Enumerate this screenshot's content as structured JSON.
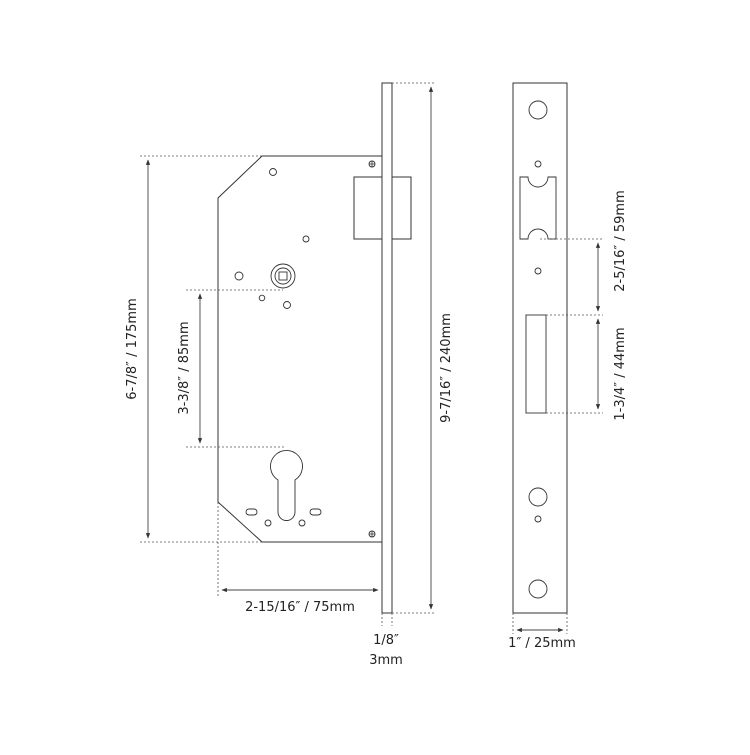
{
  "colors": {
    "line": "#333333",
    "background": "#ffffff"
  },
  "dimensions": {
    "lock_height": "6-7/8″ / 175mm",
    "center_distance": "3-3/8″ / 85mm",
    "faceplate_height": "9-7/16″ / 240mm",
    "backset": "2-15/16″ / 75mm",
    "faceplate_thickness_in": "1/8″",
    "faceplate_thickness_mm": "3mm",
    "latch_to_deadbolt": "2-5/16″ / 59mm",
    "deadbolt_height": "1-3/4″ / 44mm",
    "faceplate_width": "1″ / 25mm"
  }
}
